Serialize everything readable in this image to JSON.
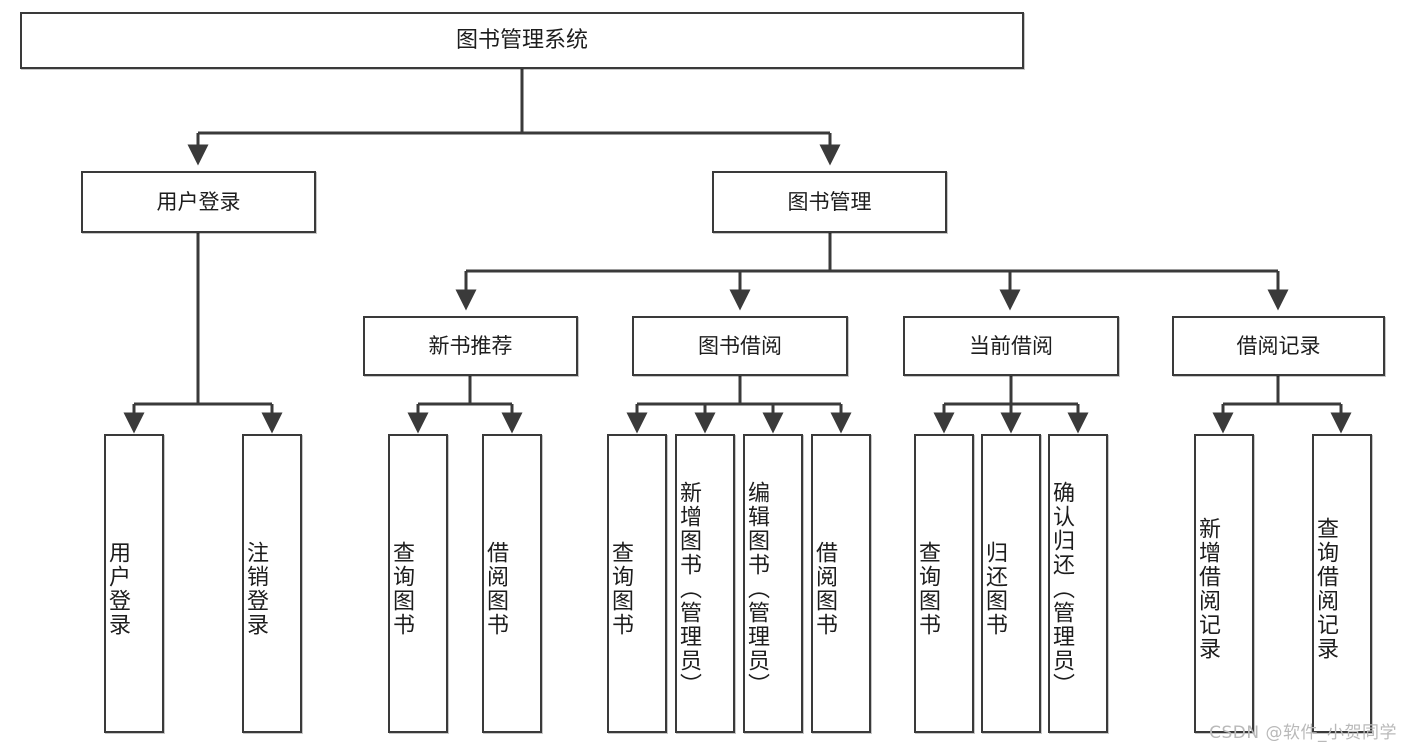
{
  "diagram": {
    "type": "tree-hierarchy",
    "title": "图书管理系统",
    "watermark": "CSDN @软件_小贺同学",
    "colors": {
      "box_border": "#3a3a3a",
      "box_fill": "#ffffff",
      "connector": "#3a3a3a",
      "text": "#1d1d1d",
      "watermark": "#b9b9b9"
    },
    "nodes": {
      "root": {
        "label": "图书管理系统"
      },
      "level2": [
        {
          "label": "用户登录"
        },
        {
          "label": "图书管理"
        }
      ],
      "level3": [
        {
          "label": "新书推荐"
        },
        {
          "label": "图书借阅"
        },
        {
          "label": "当前借阅"
        },
        {
          "label": "借阅记录"
        }
      ],
      "leaves": {
        "user_login": [
          {
            "label": "用户登录"
          },
          {
            "label": "注销登录"
          }
        ],
        "new_book": [
          {
            "label": "查询图书"
          },
          {
            "label": "借阅图书"
          }
        ],
        "book_borrow": [
          {
            "label": "查询图书"
          },
          {
            "label": "新增图书（管理员）"
          },
          {
            "label": "编辑图书（管理员）"
          },
          {
            "label": "借阅图书"
          }
        ],
        "current_borrow": [
          {
            "label": "查询图书"
          },
          {
            "label": "归还图书"
          },
          {
            "label": "确认归还（管理员）"
          }
        ],
        "borrow_record": [
          {
            "label": "新增借阅记录"
          },
          {
            "label": "查询借阅记录"
          }
        ]
      }
    }
  }
}
